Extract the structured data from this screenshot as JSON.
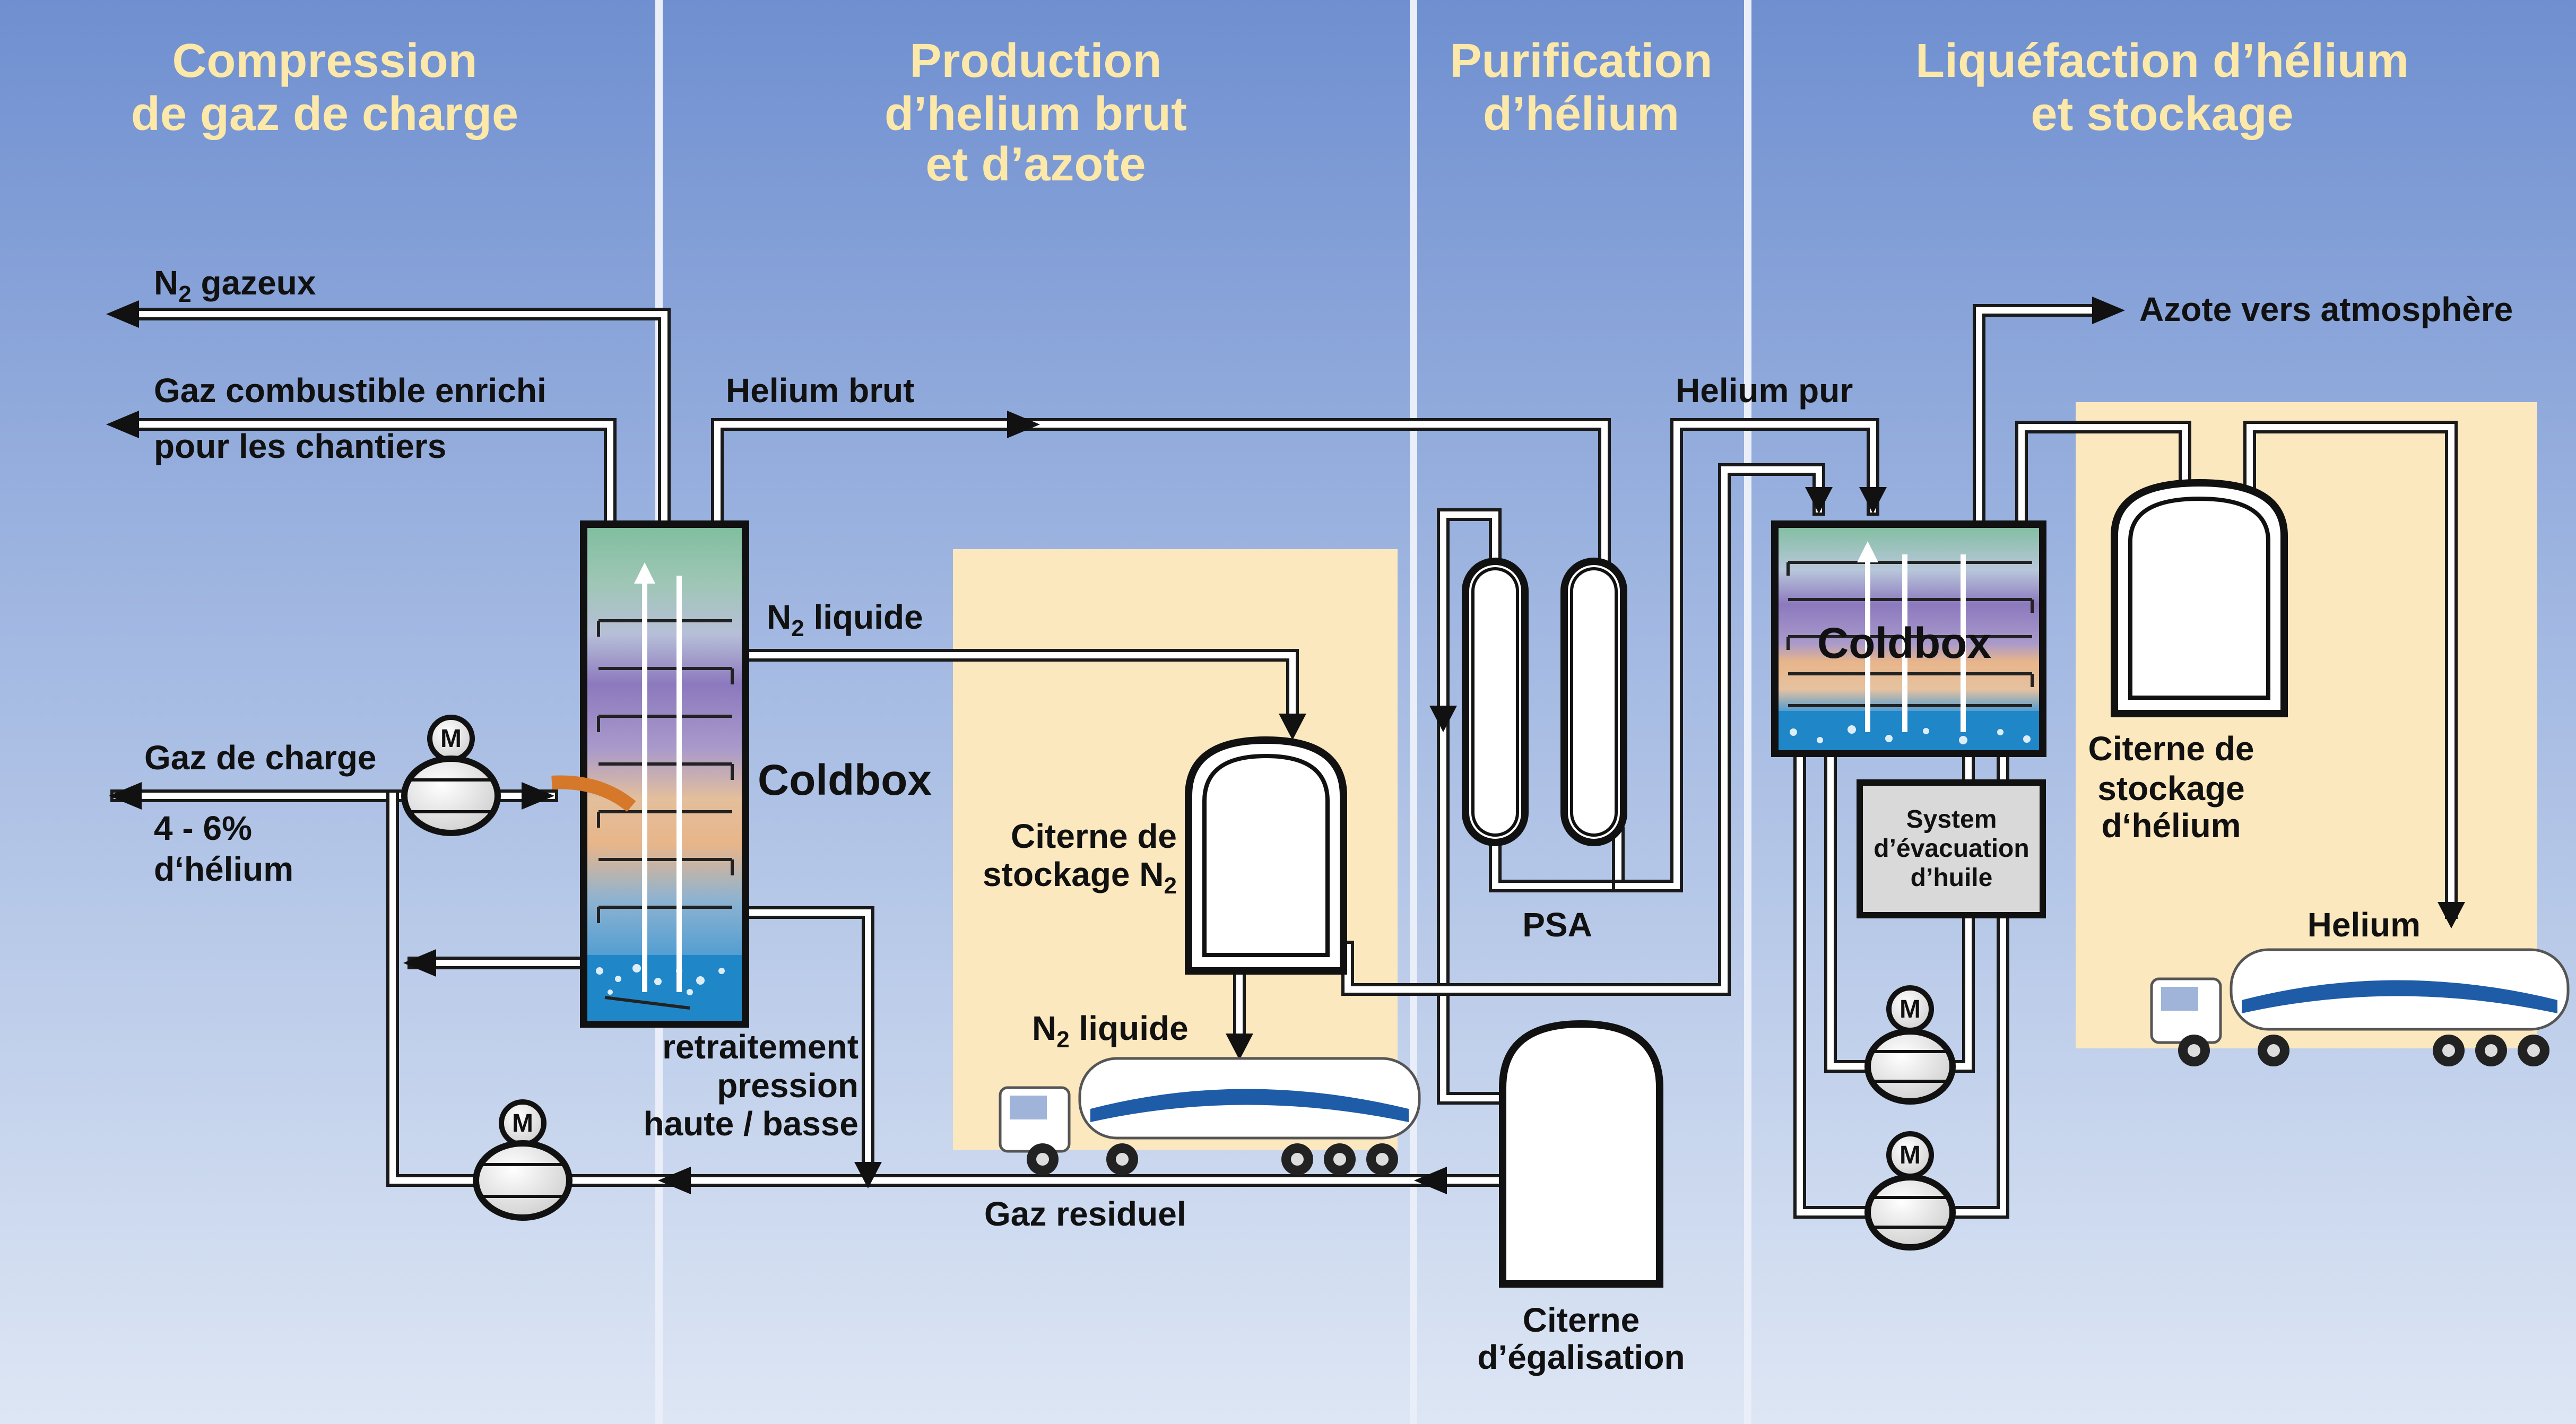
{
  "sections": {
    "compression": [
      "Compression",
      "de gaz de charge"
    ],
    "production": [
      "Production",
      "d’helium brut",
      "et d’azote"
    ],
    "purification": [
      "Purification",
      "d’hélium"
    ],
    "liquefaction": [
      "Liquéfaction d’hélium",
      "et stockage"
    ]
  },
  "labels": {
    "n2_gazeux_main": "N",
    "n2_gazeux_sub": "2",
    "n2_gazeux_rest": " gazeux",
    "gaz_combustible": "Gaz combustible enrichi",
    "pour_chantiers": "pour les chantiers",
    "helium_brut": "Helium brut",
    "n2_liquide_top_main": "N",
    "n2_liquide_top_sub": "2",
    "n2_liquide_top_rest": " liquide",
    "gaz_de_charge": "Gaz de charge",
    "pct_helium": "4 - 6%",
    "d_helium": "d‘hélium",
    "coldbox_main": "Coldbox",
    "coldbox_liq": "Coldbox",
    "citerne_n2_line1": "Citerne de",
    "citerne_n2_line2_main": "stockage N",
    "citerne_n2_line2_sub": "2",
    "n2_liquide_truck_main": "N",
    "n2_liquide_truck_sub": "2",
    "n2_liquide_truck_rest": " liquide",
    "retraitement": [
      "retraitement",
      "pression",
      "haute / basse"
    ],
    "gaz_residuel": "Gaz residuel",
    "psa": "PSA",
    "citerne_egalisation": [
      "Citerne",
      "d’égalisation"
    ],
    "helium_pur": "Helium pur",
    "azote_atmosphere": "Azote vers atmosphère",
    "citerne_helium": [
      "Citerne de",
      "stockage",
      "d‘hélium"
    ],
    "system_huile": [
      "System",
      "d’évacuation",
      "d’huile"
    ],
    "helium_truck": "Helium",
    "motor": "M"
  },
  "colors": {
    "background_top": "#6F8FD0",
    "background_bottom": "#D9E4F3",
    "section_title": "#FCE8A8",
    "storage_zone": "#FCE8BE",
    "pipe": "#1A1A1A",
    "heat_exchanger_pipe": "#D5782A",
    "oil_system": "#D9D9D9",
    "coldbox_bands": [
      "#7FBE9E",
      "#A6C7C5",
      "#8C79BE",
      "#E8B58A",
      "#6FA2C9",
      "#1F86C8"
    ]
  },
  "icons": [
    "motor-pump-icon",
    "tanker-truck-icon",
    "flow-arrow-icon"
  ]
}
